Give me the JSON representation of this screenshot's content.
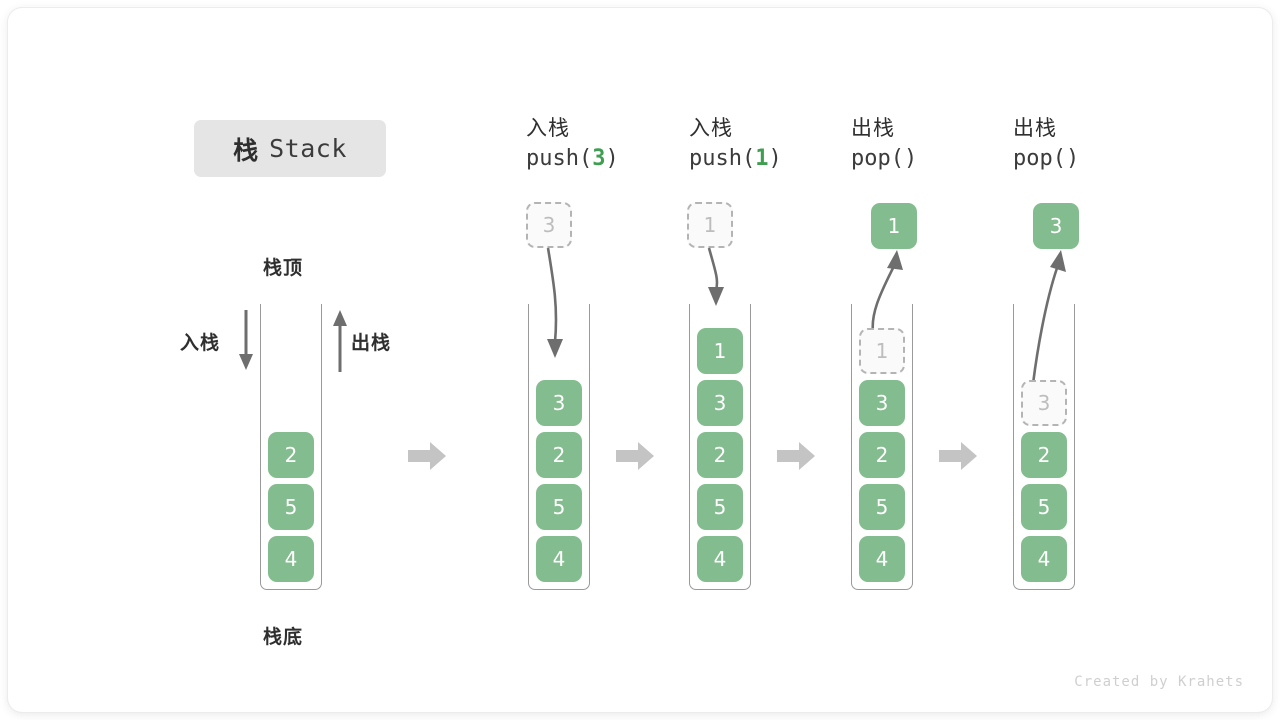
{
  "title": {
    "cn": "栈",
    "en": "Stack"
  },
  "labels": {
    "top": "栈顶",
    "bottom": "栈底",
    "push_side": "入栈",
    "pop_side": "出栈"
  },
  "watermark": "Created by Krahets",
  "colors": {
    "element": "#83bc8e",
    "ghost_border": "#b4b4b4",
    "ghost_text": "#bdbdbd",
    "arrow": "#6e6e6e",
    "separator": "#c4c4c4",
    "badge": "#e5e5e5",
    "code_arg": "#3f9e52"
  },
  "initial_stack": {
    "name": "initial",
    "elements": [
      "2",
      "5",
      "4"
    ]
  },
  "steps": [
    {
      "id": "push-3",
      "op_cn": "入栈",
      "code_prefix": "push(",
      "code_arg": "3",
      "code_suffix": ")",
      "floating": {
        "value": "3",
        "style": "ghost",
        "position": "above"
      },
      "arrow": "down",
      "elements": [
        "3",
        "2",
        "5",
        "4"
      ],
      "ghost_inside": null
    },
    {
      "id": "push-1",
      "op_cn": "入栈",
      "code_prefix": "push(",
      "code_arg": "1",
      "code_suffix": ")",
      "floating": {
        "value": "1",
        "style": "ghost",
        "position": "above"
      },
      "arrow": "down",
      "elements": [
        "1",
        "3",
        "2",
        "5",
        "4"
      ],
      "ghost_inside": null
    },
    {
      "id": "pop-1",
      "op_cn": "出栈",
      "code_prefix": "pop(",
      "code_arg": "",
      "code_suffix": ")",
      "floating": {
        "value": "1",
        "style": "solid",
        "position": "above"
      },
      "arrow": "up",
      "elements": [
        "3",
        "2",
        "5",
        "4"
      ],
      "ghost_inside": "1"
    },
    {
      "id": "pop-3",
      "op_cn": "出栈",
      "code_prefix": "pop(",
      "code_arg": "",
      "code_suffix": ")",
      "floating": {
        "value": "3",
        "style": "solid",
        "position": "above"
      },
      "arrow": "up",
      "elements": [
        "2",
        "5",
        "4"
      ],
      "ghost_inside": "3"
    }
  ]
}
